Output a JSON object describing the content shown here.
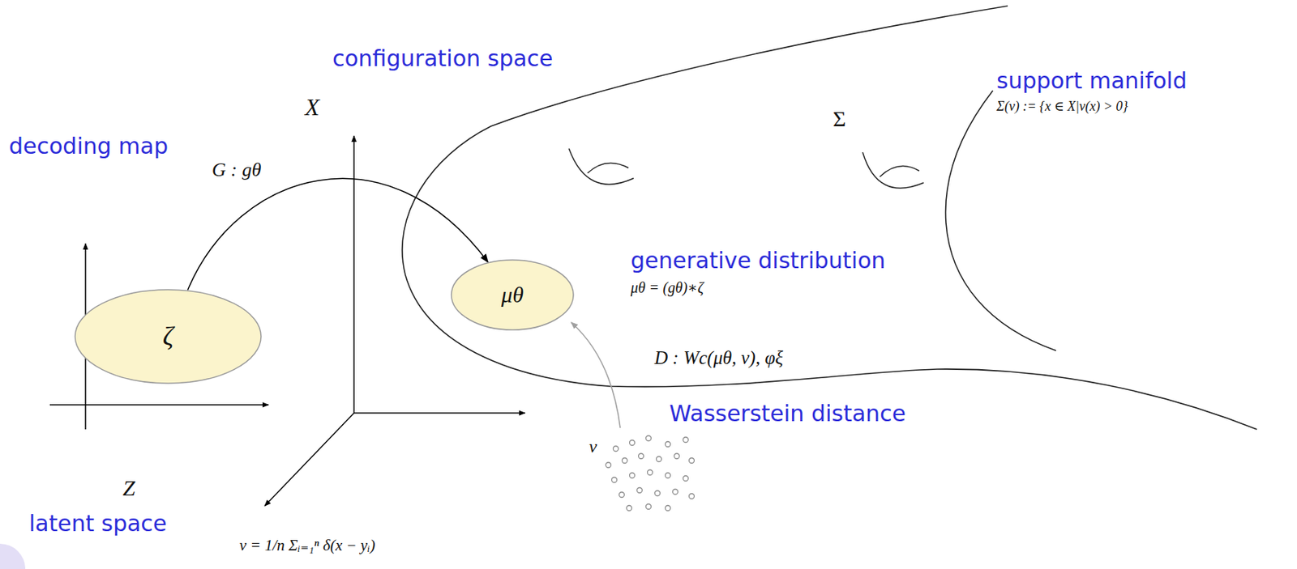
{
  "diagram": {
    "nodes": [
      {
        "text": [
          "ζ"
        ]
      },
      {
        "text": [
          "μθ"
        ]
      }
    ],
    "edges": [
      {
        "from": 0,
        "to": 1,
        "arrow": "to"
      }
    ],
    "labels": [
      "configuration space",
      "X",
      "decoding map",
      "G : gθ",
      "Σ",
      "support manifold",
      "Σ(ν) := {x ∈ X|ν(x) > 0}",
      "generative distribution",
      "μθ = (gθ)∗ζ",
      "D : Wc(μθ, ν), φξ",
      "Wasserstein distance",
      "ν",
      "Z",
      "latent space",
      "ν = 1/n Σᵢ₌₁ⁿ δ(x − yᵢ)"
    ]
  }
}
